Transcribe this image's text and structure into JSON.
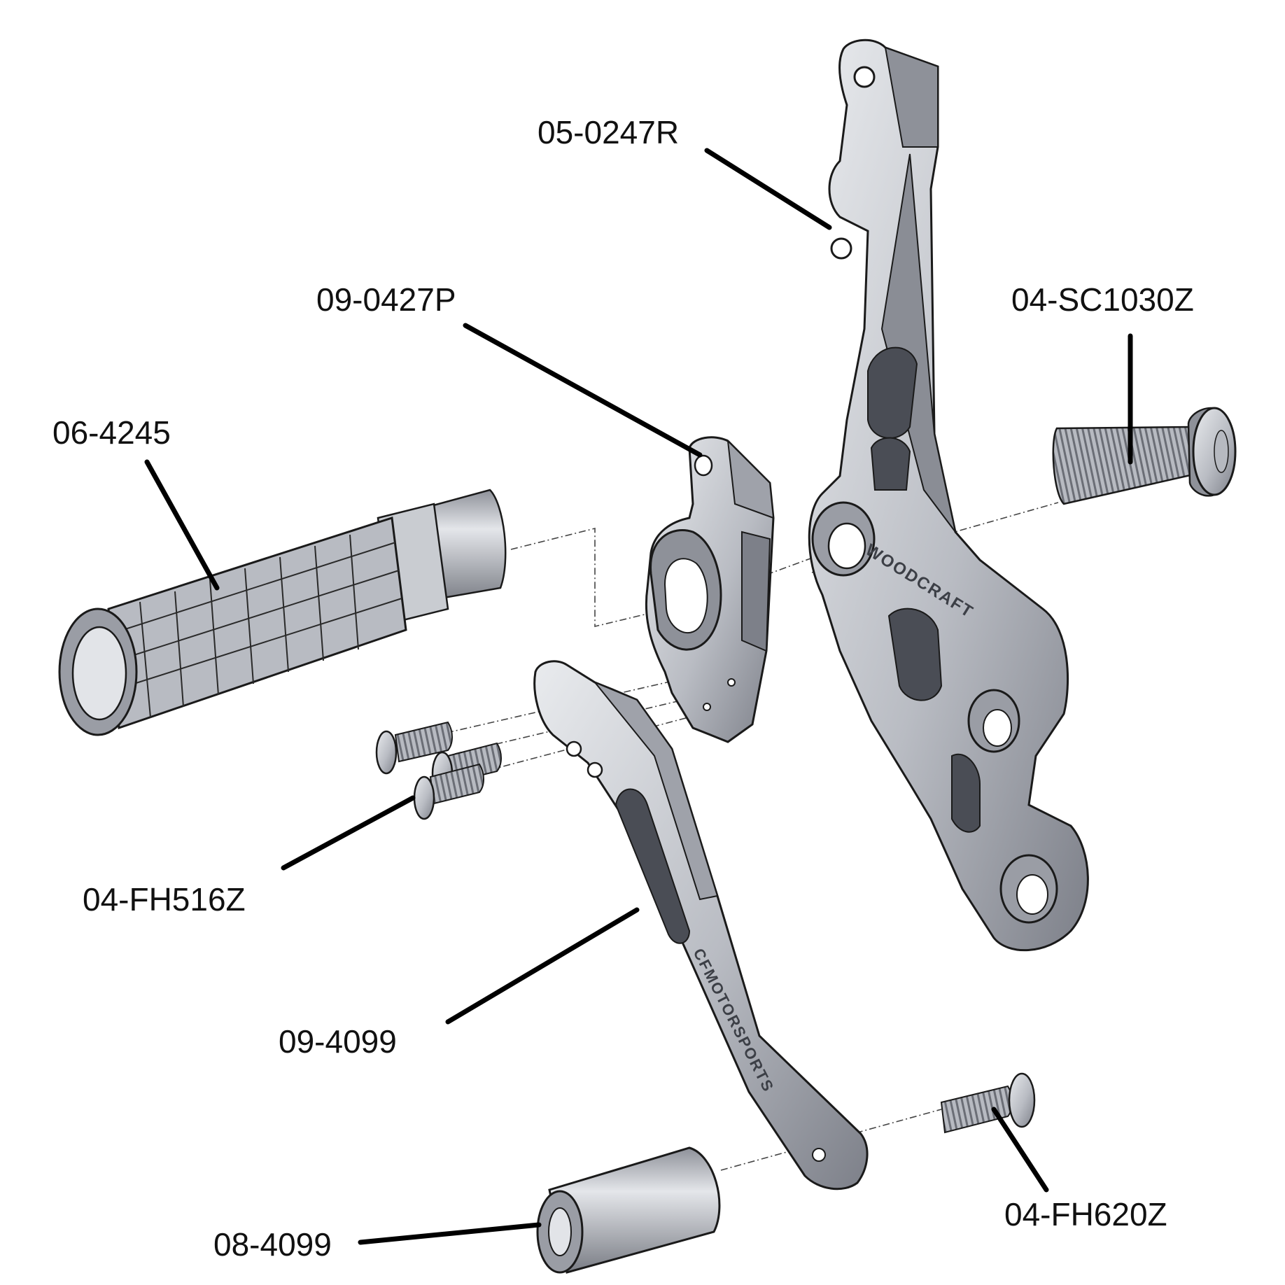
{
  "diagram": {
    "parts": [
      {
        "id": "bracket",
        "label": "05-0247R"
      },
      {
        "id": "pivot",
        "label": "09-0427P"
      },
      {
        "id": "bolt",
        "label": "04-SC1030Z"
      },
      {
        "id": "peg",
        "label": "06-4245"
      },
      {
        "id": "screws",
        "label": "04-FH516Z"
      },
      {
        "id": "lever",
        "label": "09-4099"
      },
      {
        "id": "spacer",
        "label": "08-4099"
      },
      {
        "id": "tipscrew",
        "label": "04-FH620Z"
      }
    ],
    "engraving": {
      "bracket_mark": "WOODCRAFT",
      "lever_mark": "CFMOTORSPORTS"
    },
    "colors": {
      "metal_light": "#d6d8dc",
      "metal_mid": "#aeb1b8",
      "metal_dark": "#6f727a",
      "outline": "#1a1a1a",
      "leader": "#000000"
    }
  }
}
